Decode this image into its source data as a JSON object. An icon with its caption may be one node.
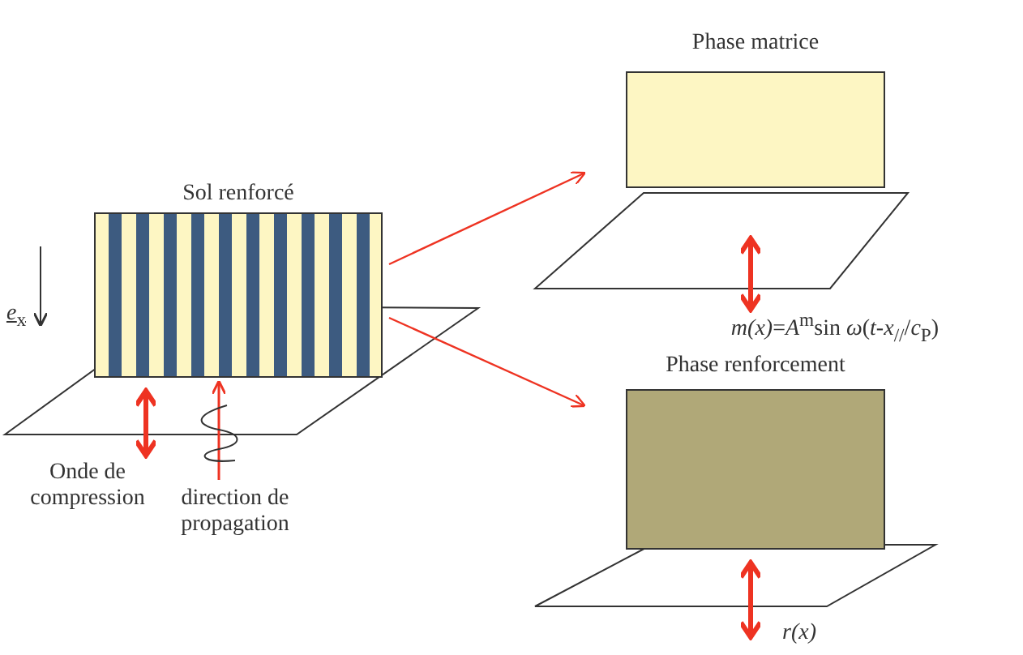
{
  "diagram": {
    "nodes": [
      {
        "text": [
          "Sol renforcé"
        ]
      },
      {
        "text": [
          "Phase matrice"
        ]
      },
      {
        "text": [
          "Phase renforcement"
        ]
      }
    ],
    "edges": [
      {
        "from": 0,
        "to": 1,
        "arrow": "to",
        "color": "#ee3322"
      },
      {
        "from": 0,
        "to": 2,
        "arrow": "to",
        "color": "#ee3322"
      }
    ],
    "labels": [
      "*e*$_{x}$",
      "Onde de compression",
      "direction de propagation",
      "*m(x)*=*A*$^{m}$sin *ω*(*t*-*x*$_{//}$/*c*$_{P}$)",
      "*r(x)*"
    ]
  }
}
